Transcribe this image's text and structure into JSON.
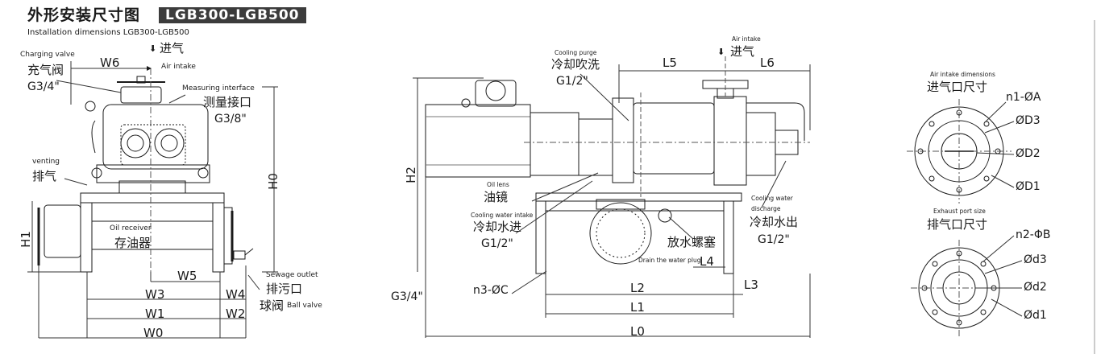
{
  "header": {
    "title_cn": "外形安装尺寸图",
    "model": "LGB300-LGB500",
    "subtitle_en": "Installation dimensions LGB300-LGB500"
  },
  "left_view": {
    "charging_valve_en": "Charging valve",
    "charging_valve_cn": "充气阀",
    "charging_valve_size": "G3/4\"",
    "w6": "W6",
    "air_intake_cn": "进气",
    "air_intake_en": "Air intake",
    "measuring_en": "Measuring interface",
    "measuring_cn": "测量接口",
    "measuring_size": "G3/8\"",
    "venting_en": "venting",
    "venting_cn": "排气",
    "h0": "H0",
    "h1": "H1",
    "oil_receiver_en": "Oil receiver",
    "oil_receiver_cn": "存油器",
    "w5": "W5",
    "w3": "W3",
    "w4": "W4",
    "w1": "W1",
    "w2": "W2",
    "w0": "W0",
    "sewage_en": "Sewage outlet",
    "sewage_cn": "排污口",
    "ball_valve_cn": "球阀",
    "ball_valve_en": "Ball valve"
  },
  "side_view": {
    "h2": "H2",
    "cooling_purge_en": "Cooling purge",
    "cooling_purge_cn": "冷却吹洗",
    "cooling_purge_size": "G1/2\"",
    "l5": "L5",
    "air_intake_en": "Air intake",
    "air_intake_cn": "进气",
    "l6": "L6",
    "oil_lens_en": "Oil lens",
    "oil_lens_cn": "油镜",
    "cw_intake_en": "Cooling water intake",
    "cw_intake_cn": "冷却水进",
    "cw_intake_size": "G1/2\"",
    "cw_discharge_en1": "Cooling water",
    "cw_discharge_en2": "discharge",
    "cw_discharge_cn": "冷却水出",
    "cw_discharge_size": "G1/2\"",
    "drain_cn": "放水螺塞",
    "drain_en": "Drain the water plug",
    "l4": "L4",
    "l3": "L3",
    "l2": "L2",
    "l1": "L1",
    "l0": "L0",
    "n3c": "n3-ØC",
    "g34": "G3/4\""
  },
  "flanges": {
    "intake_en": "Air intake dimensions",
    "intake_cn": "进气口尺寸",
    "n1a": "n1-ØA",
    "d3": "ØD3",
    "d2": "ØD2",
    "d1": "ØD1",
    "exhaust_en": "Exhaust port size",
    "exhaust_cn": "排气口尺寸",
    "n2b": "n2-ΦB",
    "sd3": "Ød3",
    "sd2": "Ød2",
    "sd1": "Ød1"
  }
}
